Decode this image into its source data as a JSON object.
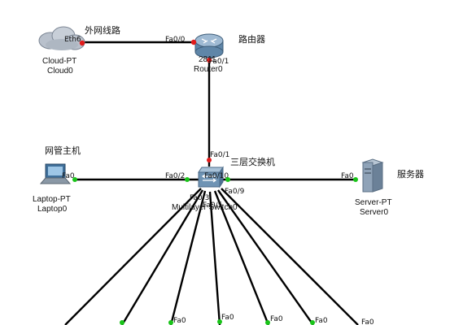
{
  "devices": {
    "cloud": {
      "name_line1": "Cloud-PT",
      "name_line2": "Cloud0",
      "annotation": "外网线路",
      "port": "Eth6"
    },
    "router": {
      "name_line1": "2811",
      "name_line2": "Router0",
      "annotation": "路由器",
      "port_left": "Fa0/0",
      "port_down": "Fa0/1"
    },
    "switch": {
      "name_line1": "Multilayer Switch0",
      "annotation": "三层交换机",
      "port_up": "Fa0/1",
      "port_left": "Fa0/2",
      "port_right": "Fa0/10",
      "port_9": "Fa0/9",
      "port_3": "Fa0/3",
      "port_5": "Fa0/5"
    },
    "laptop": {
      "name_line1": "Laptop-PT",
      "name_line2": "Laptop0",
      "annotation": "网管主机",
      "port": "Fa0"
    },
    "server": {
      "name_line1": "Server-PT",
      "name_line2": "Server0",
      "annotation": "服务器",
      "port": "Fa0"
    }
  },
  "bottom_ports": [
    "Fa0",
    "Fa0",
    "Fa0",
    "Fa0",
    "Fa0"
  ]
}
